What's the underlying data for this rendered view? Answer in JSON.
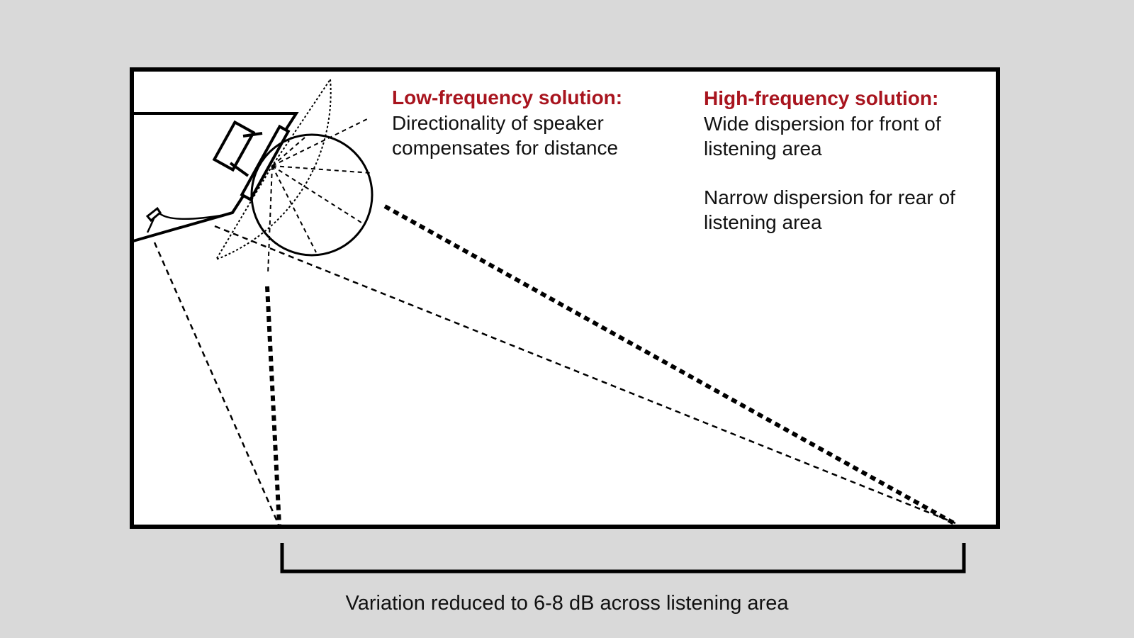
{
  "low_frequency": {
    "heading": "Low-frequency solution:",
    "lines": [
      "Directionality of speaker",
      "compensates for distance"
    ]
  },
  "high_frequency": {
    "heading": "High-frequency solution:",
    "paragraph1": [
      "Wide dispersion for front of",
      "listening area"
    ],
    "paragraph2": [
      "Narrow dispersion for rear of",
      "listening area"
    ]
  },
  "caption": "Variation reduced to 6-8 dB across listening area",
  "colors": {
    "background": "#d9d9d9",
    "panel": "#ffffff",
    "heading_red": "#a8141e",
    "ink": "#111111"
  }
}
